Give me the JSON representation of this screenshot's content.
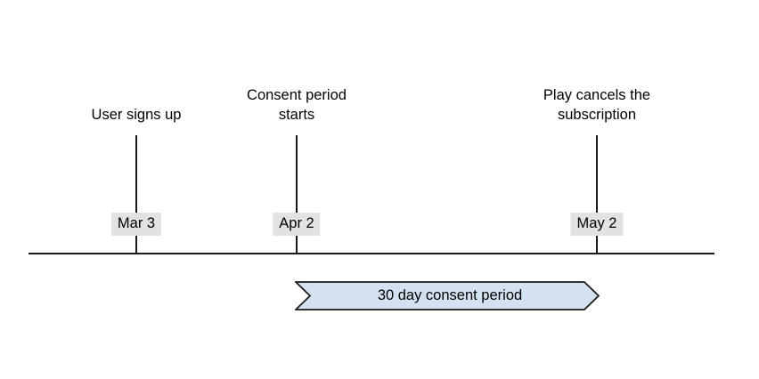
{
  "diagram": {
    "type": "timeline",
    "title": "",
    "axis": {
      "name": "timeline-axis",
      "color": "#1a1a1a"
    },
    "events": [
      {
        "id": "user-signs-up",
        "label_lines": [
          "User signs up"
        ],
        "label": "User signs up",
        "date": "Mar 3",
        "date_badge_color": "#e2e2e2"
      },
      {
        "id": "consent-period-starts",
        "label_lines": [
          "Consent period",
          "starts"
        ],
        "label": "Consent period starts",
        "date": "Apr 2",
        "date_badge_color": "#e2e2e2"
      },
      {
        "id": "play-cancels-subscription",
        "label_lines": [
          "Play cancels the",
          "subscription"
        ],
        "label": "Play cancels the subscription",
        "date": "May 2",
        "date_badge_color": "#e2e2e2"
      }
    ],
    "banner": {
      "name": "consent-period-banner",
      "text": "30 day consent period",
      "fill_color": "#d4e1f0",
      "stroke_color": "#1a1a1a",
      "shape": "chevron-arrow",
      "spans_from": "Apr 2",
      "spans_to": "May 2"
    }
  }
}
